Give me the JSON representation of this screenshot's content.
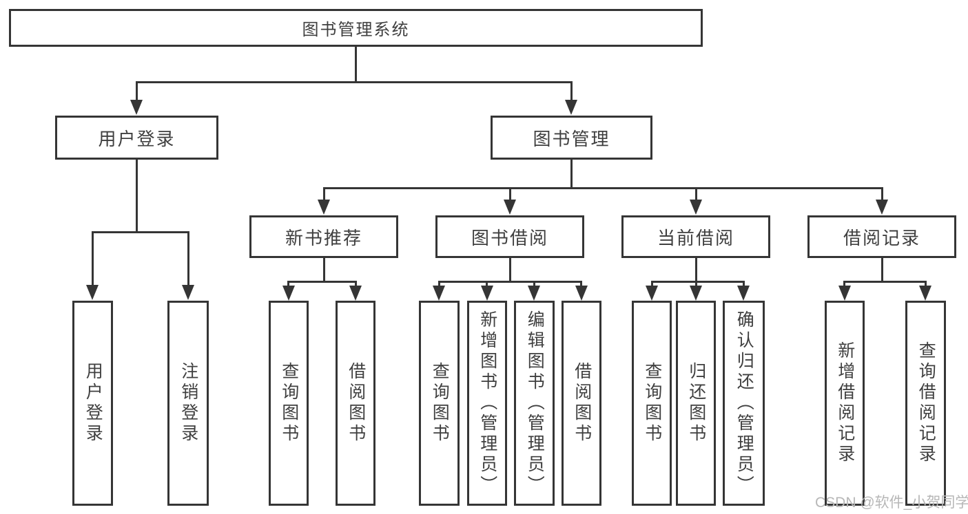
{
  "diagram": {
    "title_note": "functional structure diagram",
    "root": {
      "label": "图书管理系统"
    },
    "level2": [
      {
        "label": "用户登录"
      },
      {
        "label": "图书管理"
      }
    ],
    "level3": [
      {
        "label": "新书推荐"
      },
      {
        "label": "图书借阅"
      },
      {
        "label": "当前借阅"
      },
      {
        "label": "借阅记录"
      }
    ],
    "leaves": {
      "user_login": [
        {
          "label": "用户登录"
        },
        {
          "label": "注销登录"
        }
      ],
      "new_books": [
        {
          "label": "查询图书"
        },
        {
          "label": "借阅图书"
        }
      ],
      "book_borrow": [
        {
          "label": "查询图书"
        },
        {
          "label": "新增图书（管理员）"
        },
        {
          "label": "编辑图书（管理员）"
        },
        {
          "label": "借阅图书"
        }
      ],
      "current_borrow": [
        {
          "label": "查询图书"
        },
        {
          "label": "归还图书"
        },
        {
          "label": "确认归还（管理员）"
        }
      ],
      "borrow_records": [
        {
          "label": "新增借阅记录"
        },
        {
          "label": "查询借阅记录"
        }
      ]
    },
    "watermark": "CSDN @软件_小贺同学",
    "colors": {
      "line": "#353535",
      "text": "#3f3f3f",
      "background": "#ffffff",
      "watermark": "#b7b7b7"
    }
  }
}
